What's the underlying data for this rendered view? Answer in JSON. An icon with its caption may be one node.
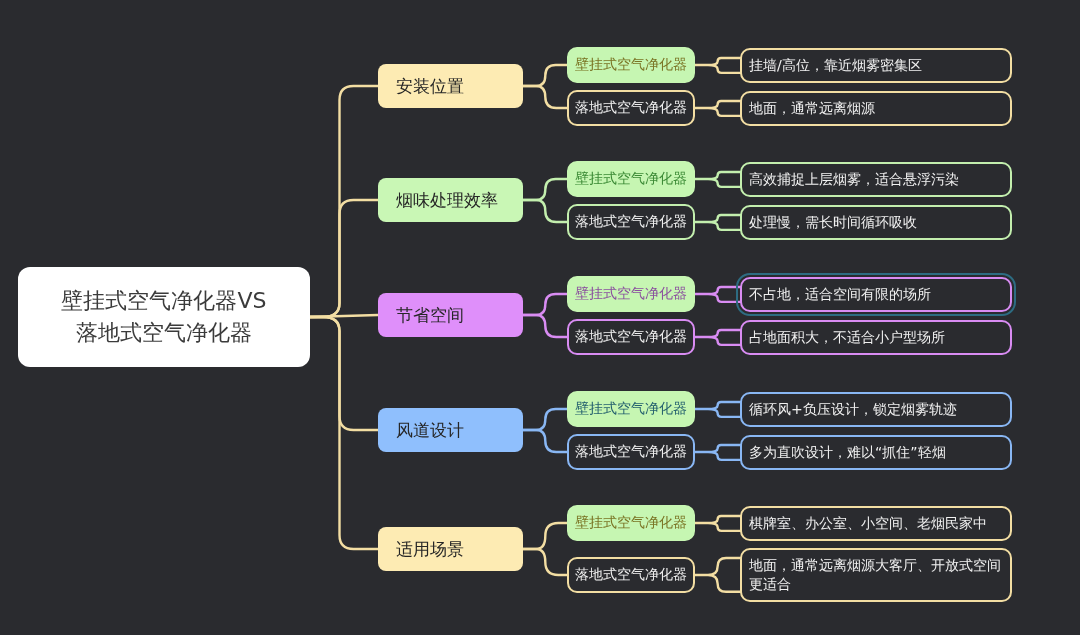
{
  "diagram": {
    "nodes": [
      {
        "text": [
          "壁挂式空气净化器VS落地式空气净化器"
        ]
      },
      {
        "text": [
          "安装位置"
        ]
      },
      {
        "text": [
          "壁挂式空气净化器"
        ]
      },
      {
        "text": [
          "挂墙/高位，靠近烟雾密集区"
        ]
      },
      {
        "text": [
          "落地式空气净化器"
        ]
      },
      {
        "text": [
          "地面，通常远离烟源"
        ]
      },
      {
        "text": [
          "烟味处理效率"
        ]
      },
      {
        "text": [
          "壁挂式空气净化器"
        ]
      },
      {
        "text": [
          "高效捕捉上层烟雾，适合悬浮污染"
        ]
      },
      {
        "text": [
          "落地式空气净化器"
        ]
      },
      {
        "text": [
          "处理慢，需长时间循环吸收"
        ]
      },
      {
        "text": [
          "节省空间"
        ]
      },
      {
        "text": [
          "壁挂式空气净化器"
        ]
      },
      {
        "text": [
          "不占地，适合空间有限的场所"
        ]
      },
      {
        "text": [
          "落地式空气净化器"
        ]
      },
      {
        "text": [
          "占地面积大，不适合小户型场所"
        ]
      },
      {
        "text": [
          "风道设计"
        ]
      },
      {
        "text": [
          "壁挂式空气净化器"
        ]
      },
      {
        "text": [
          "循环风+负压设计，锁定烟雾轨迹"
        ]
      },
      {
        "text": [
          "落地式空气净化器"
        ]
      },
      {
        "text": [
          "多为直吹设计，难以“抓住”轻烟"
        ]
      },
      {
        "text": [
          "适用场景"
        ]
      },
      {
        "text": [
          "壁挂式空气净化器"
        ]
      },
      {
        "text": [
          "棋牌室、办公室、小空间、老烟民家中"
        ]
      },
      {
        "text": [
          "落地式空气净化器"
        ]
      },
      {
        "text": [
          "地面，通常远离烟源大客厅、开放式空间更适合"
        ]
      }
    ],
    "edges": [
      {
        "from": 0,
        "to": 1,
        "arrow": "none"
      },
      {
        "from": 0,
        "to": 6,
        "arrow": "none"
      },
      {
        "from": 0,
        "to": 11,
        "arrow": "none"
      },
      {
        "from": 0,
        "to": 16,
        "arrow": "none"
      },
      {
        "from": 0,
        "to": 21,
        "arrow": "none"
      },
      {
        "from": 1,
        "to": 2,
        "arrow": "none"
      },
      {
        "from": 1,
        "to": 4,
        "arrow": "none"
      },
      {
        "from": 2,
        "to": 3,
        "arrow": "none"
      },
      {
        "from": 4,
        "to": 5,
        "arrow": "none"
      },
      {
        "from": 6,
        "to": 7,
        "arrow": "none",
        "color": "#c3efae"
      },
      {
        "from": 6,
        "to": 9,
        "arrow": "none",
        "color": "#c3efae"
      },
      {
        "from": 7,
        "to": 8,
        "arrow": "none",
        "color": "#c3efae"
      },
      {
        "from": 9,
        "to": 10,
        "arrow": "none",
        "color": "#c3efae"
      },
      {
        "from": 11,
        "to": 12,
        "arrow": "none",
        "color": "#d98cf3"
      },
      {
        "from": 11,
        "to": 14,
        "arrow": "none",
        "color": "#d98cf3"
      },
      {
        "from": 12,
        "to": 13,
        "arrow": "none",
        "color": "#d98cf3"
      },
      {
        "from": 14,
        "to": 15,
        "arrow": "none",
        "color": "#d98cf3"
      },
      {
        "from": 16,
        "to": 17,
        "arrow": "none",
        "color": "#89b7f4"
      },
      {
        "from": 16,
        "to": 19,
        "arrow": "none",
        "color": "#89b7f4"
      },
      {
        "from": 17,
        "to": 18,
        "arrow": "none",
        "color": "#89b7f4"
      },
      {
        "from": 19,
        "to": 20,
        "arrow": "none",
        "color": "#89b7f4"
      },
      {
        "from": 21,
        "to": 22,
        "arrow": "none"
      },
      {
        "from": 21,
        "to": 24,
        "arrow": "none"
      },
      {
        "from": 22,
        "to": 23,
        "arrow": "none"
      },
      {
        "from": 24,
        "to": 25,
        "arrow": "none"
      }
    ]
  }
}
